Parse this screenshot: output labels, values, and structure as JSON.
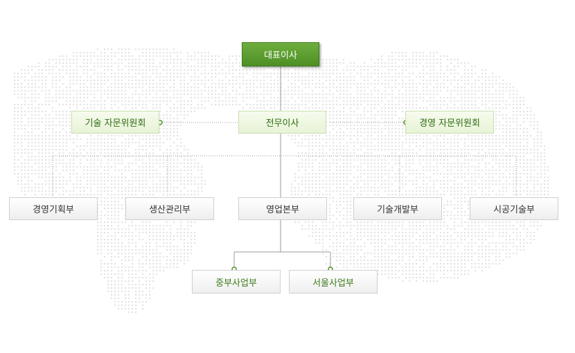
{
  "org": {
    "ceo": "대표이사",
    "managing_director": "전무이사",
    "tech_committee": "기술 자문위원회",
    "mgmt_committee": "경영 자문위원회",
    "departments": [
      "경영기획부",
      "생산관리부",
      "영업본부",
      "기술개발부",
      "시공기술부"
    ],
    "sub_departments": [
      "중부사업부",
      "서울사업부"
    ]
  },
  "colors": {
    "accent": "#4d8f25",
    "line": "#9a9a9a",
    "dot": "#e3e3e3"
  }
}
